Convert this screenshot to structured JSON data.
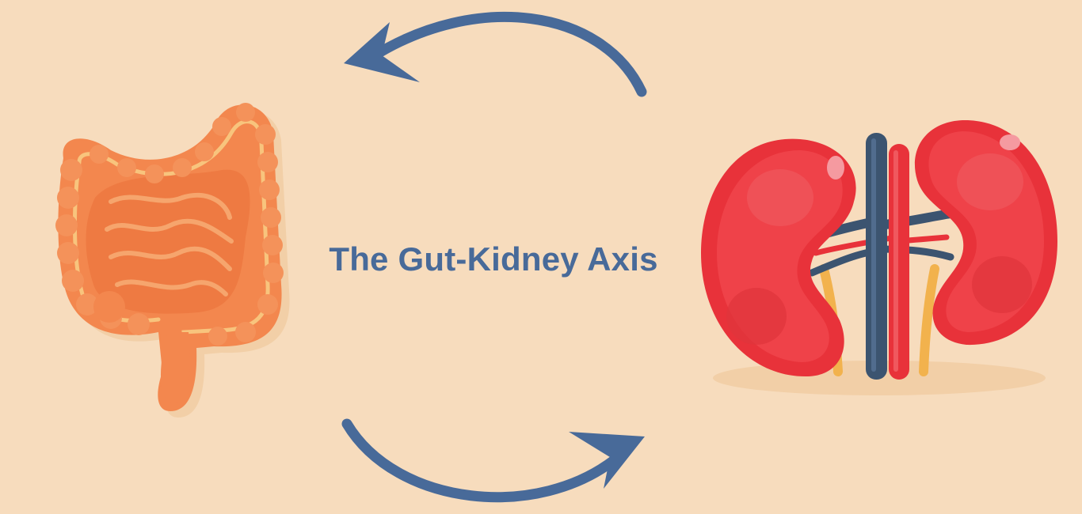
{
  "diagram": {
    "title": "The Gut-Kidney Axis",
    "nodes": [
      {
        "id": "gut",
        "icon": "intestines-icon"
      },
      {
        "id": "kidneys",
        "icon": "kidneys-icon"
      }
    ],
    "edges": [
      {
        "from": "kidneys",
        "to": "gut",
        "icon": "curved-arrow-left-icon"
      },
      {
        "from": "gut",
        "to": "kidneys",
        "icon": "curved-arrow-right-icon"
      }
    ]
  },
  "colors": {
    "background": "#f7dcbd",
    "arrow": "#486a99",
    "title": "#486a99",
    "intestine": "#f3874e",
    "intestine_outline": "#f7c783",
    "kidney": "#e8323a",
    "vein": "#3c5470",
    "artery": "#e8323a",
    "ureter": "#f2b24d"
  }
}
